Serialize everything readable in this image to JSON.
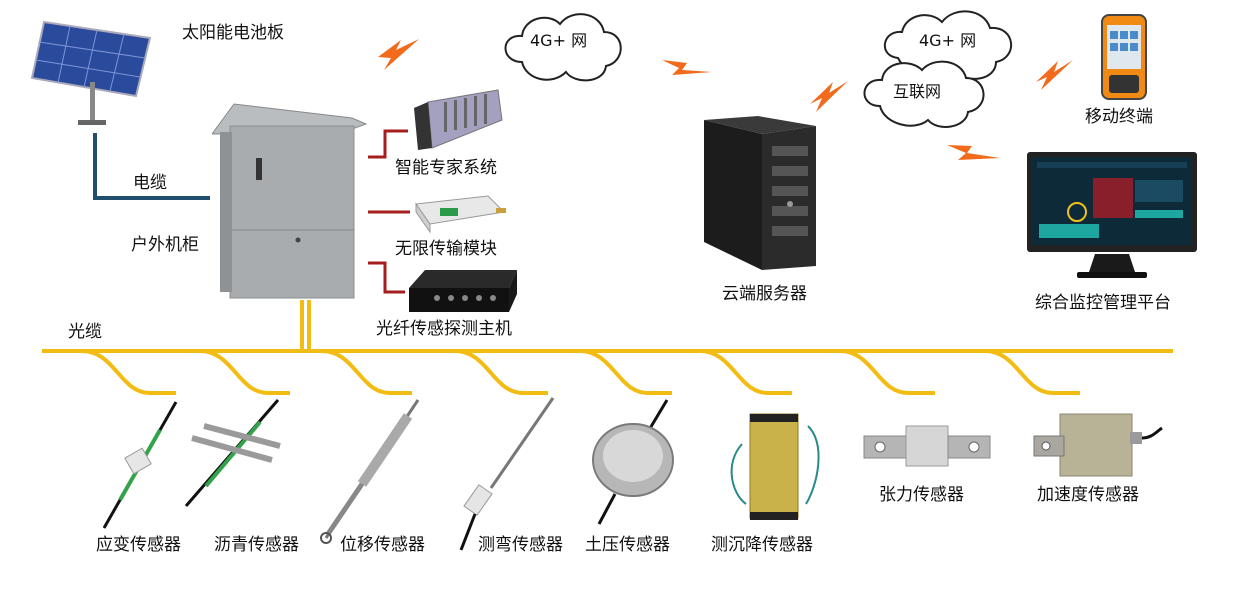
{
  "labels": {
    "solar_panel": "太阳能电池板",
    "power_cable": "电缆",
    "outdoor_cabinet": "户外机柜",
    "fiber_cable": "光缆",
    "expert_system": "智能专家系统",
    "wireless_module": "无限传输模块",
    "fiber_host": "光纤传感探测主机",
    "cloud_server": "云端服务器",
    "mobile_terminal": "移动终端",
    "monitor_platform": "综合监控管理平台"
  },
  "networks": {
    "cloud_left": "4G+ 网",
    "cloud_right_top": "4G+ 网",
    "cloud_right_bottom": "互联网"
  },
  "sensors": [
    {
      "label": "应变传感器",
      "icon": "strain-sensor-icon"
    },
    {
      "label": "沥青传感器",
      "icon": "asphalt-sensor-icon"
    },
    {
      "label": "位移传感器",
      "icon": "displacement-sensor-icon"
    },
    {
      "label": "测弯传感器",
      "icon": "bending-sensor-icon"
    },
    {
      "label": "土压传感器",
      "icon": "earth-pressure-sensor-icon"
    },
    {
      "label": "测沉降传感器",
      "icon": "settlement-sensor-icon"
    },
    {
      "label": "张力传感器",
      "icon": "tension-sensor-icon"
    },
    {
      "label": "加速度传感器",
      "icon": "acceleration-sensor-icon"
    }
  ],
  "colors": {
    "fiber_line": "#f2bc12",
    "power_line": "#1f4e6e",
    "connector": "#a51d1d",
    "lightning": "#f26a1b"
  }
}
